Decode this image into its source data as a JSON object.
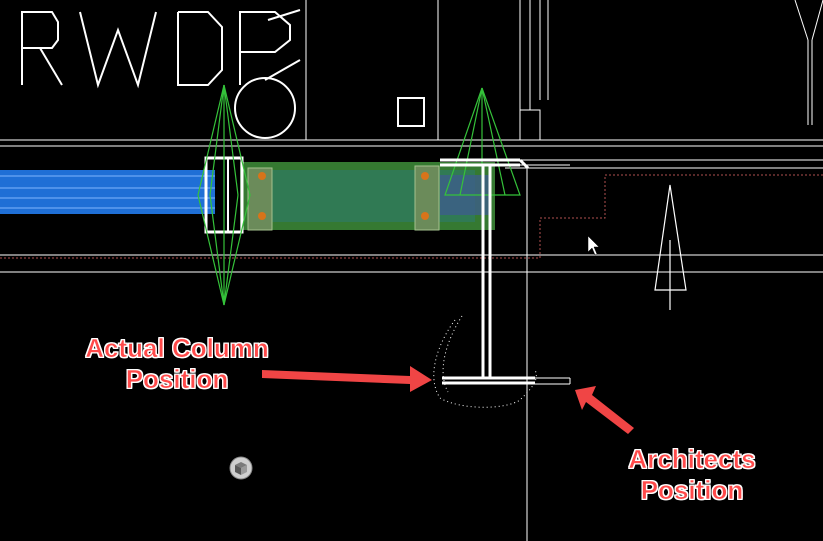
{
  "drawing": {
    "title_letters": "RWDP"
  },
  "annotations": {
    "actual_column": {
      "line1": "Actual Column",
      "line2": "Position",
      "color": "#ff4a4a"
    },
    "architects": {
      "line1": "Architects",
      "line2": "Position",
      "color": "#ff4a4a"
    }
  },
  "colors": {
    "background": "#000000",
    "linework": "#ffffff",
    "beam_blue": "#1f6fd6",
    "beam_green": "#3e8e3a",
    "cone_green": "#35c23a",
    "bolt_orange": "#d8741a",
    "arrow_red": "#f04545",
    "grid_red": "#b05050"
  },
  "icons": {
    "cursor": "arrow-cursor-icon",
    "view_cube": "view-cube-icon",
    "north_arrow": "north-arrow-icon"
  }
}
